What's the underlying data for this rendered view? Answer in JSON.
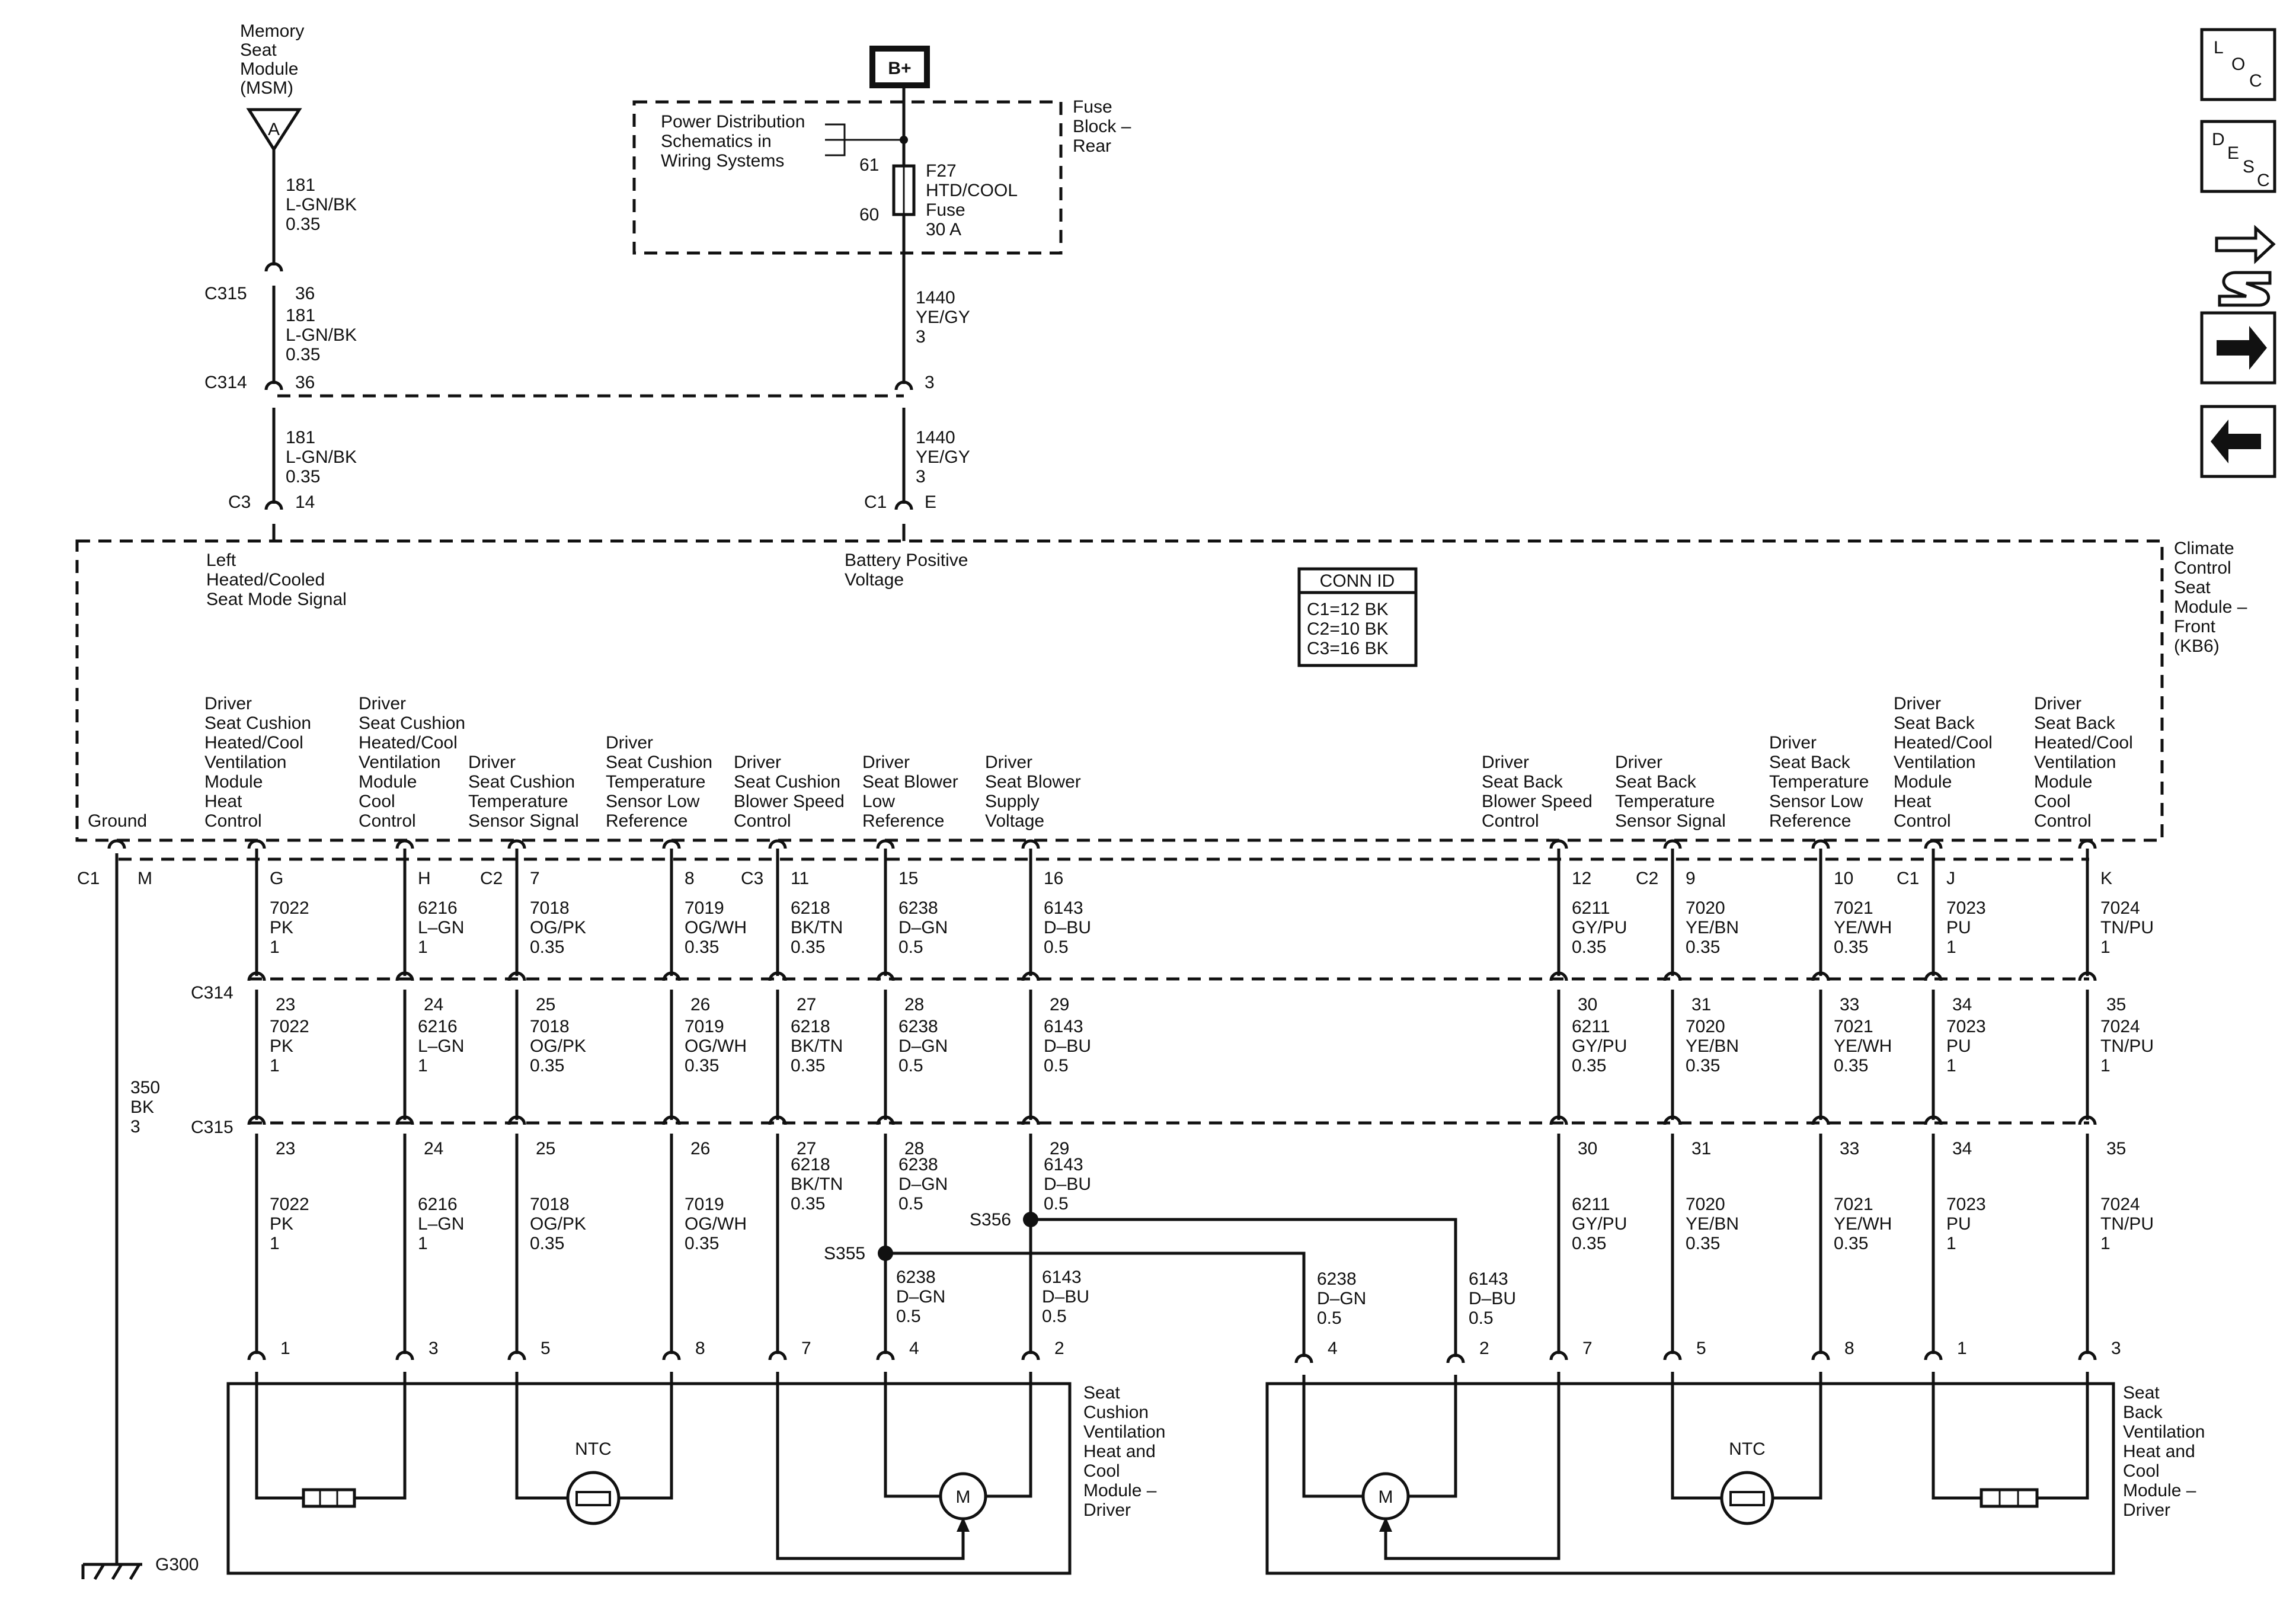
{
  "top": {
    "msm_label": [
      "Memory",
      "Seat",
      "Module",
      "(MSM)"
    ],
    "msm_pin": "A",
    "msm_wires": [
      [
        "181",
        "L-GN/BK",
        "0.35"
      ],
      [
        "181",
        "L-GN/BK",
        "0.35"
      ],
      [
        "181",
        "L-GN/BK",
        "0.35"
      ]
    ],
    "c315": "C315",
    "c315_pin": "36",
    "c314": "C314",
    "c314_pin": "36",
    "c3": "C3",
    "c3_pin": "14",
    "bplus": "B+",
    "pds_note": [
      "Power Distribution",
      "Schematics in",
      "Wiring Systems"
    ],
    "fuse_pin_in": "61",
    "fuse_pin_out": "60",
    "fuse_label": [
      "F27",
      "HTD/COOL",
      "Fuse",
      "30 A"
    ],
    "fuse_block": [
      "Fuse",
      "Block –",
      "Rear"
    ],
    "bat_wires": [
      [
        "1440",
        "YE/GY",
        "3"
      ],
      [
        "1440",
        "YE/GY",
        "3"
      ]
    ],
    "c314_bat_pin": "3",
    "c1": "C1",
    "c1_pin": "E"
  },
  "module": {
    "left_signal": [
      "Left",
      "Heated/Cooled",
      "Seat Mode Signal"
    ],
    "bat_signal": [
      "Battery Positive",
      "Voltage"
    ],
    "conn_title": "CONN ID",
    "conn_ids": [
      "C1=12 BK",
      "C2=10 BK",
      "C3=16 BK"
    ],
    "name": [
      "Climate",
      "Control",
      "Seat",
      "Module –",
      "Front",
      "(KB6)"
    ],
    "ground_label": "Ground"
  },
  "circuits": [
    {
      "label": [
        "Driver",
        "Seat Cushion",
        "Heated/Cool",
        "Ventilation",
        "Module",
        "Heat",
        "Control"
      ],
      "conn": "",
      "pin": "G",
      "w1": [
        "7022",
        "PK",
        "1"
      ],
      "p314": "23",
      "w2": [
        "7022",
        "PK",
        "1"
      ],
      "p315": "23",
      "w3": [
        "7022",
        "PK",
        "1"
      ],
      "mpin": "1"
    },
    {
      "label": [
        "Driver",
        "Seat Cushion",
        "Heated/Cool",
        "Ventilation",
        "Module",
        "Cool",
        "Control"
      ],
      "conn": "",
      "pin": "H",
      "w1": [
        "6216",
        "L–GN",
        "1"
      ],
      "p314": "24",
      "w2": [
        "6216",
        "L–GN",
        "1"
      ],
      "p315": "24",
      "w3": [
        "6216",
        "L–GN",
        "1"
      ],
      "mpin": "3"
    },
    {
      "label": [
        "Driver",
        "Seat Cushion",
        "Temperature",
        "Sensor Signal"
      ],
      "conn": "C2",
      "pin": "7",
      "w1": [
        "7018",
        "OG/PK",
        "0.35"
      ],
      "p314": "25",
      "w2": [
        "7018",
        "OG/PK",
        "0.35"
      ],
      "p315": "25",
      "w3": [
        "7018",
        "OG/PK",
        "0.35"
      ],
      "mpin": "5"
    },
    {
      "label": [
        "Driver",
        "Seat Cushion",
        "Temperature",
        "Sensor Low",
        "Reference"
      ],
      "conn": "",
      "pin": "8",
      "w1": [
        "7019",
        "OG/WH",
        "0.35"
      ],
      "p314": "26",
      "w2": [
        "7019",
        "OG/WH",
        "0.35"
      ],
      "p315": "26",
      "w3": [
        "7019",
        "OG/WH",
        "0.35"
      ],
      "mpin": "8"
    },
    {
      "label": [
        "Driver",
        "Seat Cushion",
        "Blower Speed",
        "Control"
      ],
      "conn": "C3",
      "pin": "11",
      "w1": [
        "6218",
        "BK/TN",
        "0.35"
      ],
      "p314": "27",
      "w2": [
        "6218",
        "BK/TN",
        "0.35"
      ],
      "p315": "27",
      "w3": [
        "6218",
        "BK/TN",
        "0.35"
      ],
      "mpin": "7"
    },
    {
      "label": [
        "Driver",
        "Seat Blower",
        "Low",
        "Reference"
      ],
      "conn": "",
      "pin": "15",
      "w1": [
        "6238",
        "D–GN",
        "0.5"
      ],
      "p314": "28",
      "w2": [
        "6238",
        "D–GN",
        "0.5"
      ],
      "p315": "28",
      "w3": [
        "6238",
        "D–GN",
        "0.5"
      ],
      "mpin": "4"
    },
    {
      "label": [
        "Driver",
        "Seat Blower",
        "Supply",
        "Voltage"
      ],
      "conn": "",
      "pin": "16",
      "w1": [
        "6143",
        "D–BU",
        "0.5"
      ],
      "p314": "29",
      "w2": [
        "6143",
        "D–BU",
        "0.5"
      ],
      "p315": "29",
      "w3": [
        "6143",
        "D–BU",
        "0.5"
      ],
      "mpin": "2"
    },
    {
      "label": [
        "Driver",
        "Seat Back",
        "Blower Speed",
        "Control"
      ],
      "conn": "",
      "pin": "12",
      "w1": [
        "6211",
        "GY/PU",
        "0.35"
      ],
      "p314": "30",
      "w2": [
        "6211",
        "GY/PU",
        "0.35"
      ],
      "p315": "30",
      "w3": [
        "6211",
        "GY/PU",
        "0.35"
      ],
      "mpin": "7"
    },
    {
      "label": [
        "Driver",
        "Seat Back",
        "Temperature",
        "Sensor Signal"
      ],
      "conn": "C2",
      "pin": "9",
      "w1": [
        "7020",
        "YE/BN",
        "0.35"
      ],
      "p314": "31",
      "w2": [
        "7020",
        "YE/BN",
        "0.35"
      ],
      "p315": "31",
      "w3": [
        "7020",
        "YE/BN",
        "0.35"
      ],
      "mpin": "5"
    },
    {
      "label": [
        "Driver",
        "Seat Back",
        "Temperature",
        "Sensor Low",
        "Reference"
      ],
      "conn": "",
      "pin": "10",
      "w1": [
        "7021",
        "YE/WH",
        "0.35"
      ],
      "p314": "33",
      "w2": [
        "7021",
        "YE/WH",
        "0.35"
      ],
      "p315": "33",
      "w3": [
        "7021",
        "YE/WH",
        "0.35"
      ],
      "mpin": "8"
    },
    {
      "label": [
        "Driver",
        "Seat Back",
        "Heated/Cool",
        "Ventilation",
        "Module",
        "Heat",
        "Control"
      ],
      "conn": "C1",
      "pin": "J",
      "w1": [
        "7023",
        "PU",
        "1"
      ],
      "p314": "34",
      "w2": [
        "7023",
        "PU",
        "1"
      ],
      "p315": "34",
      "w3": [
        "7023",
        "PU",
        "1"
      ],
      "mpin": "1"
    },
    {
      "label": [
        "Driver",
        "Seat Back",
        "Heated/Cool",
        "Ventilation",
        "Module",
        "Cool",
        "Control"
      ],
      "conn": "",
      "pin": "K",
      "w1": [
        "7024",
        "TN/PU",
        "1"
      ],
      "p314": "35",
      "w2": [
        "7024",
        "TN/PU",
        "1"
      ],
      "p315": "35",
      "w3": [
        "7024",
        "TN/PU",
        "1"
      ],
      "mpin": "3"
    }
  ],
  "ground": {
    "conn": "C1",
    "pin": "M",
    "wire": [
      "350",
      "BK",
      "3"
    ],
    "name": "G300"
  },
  "row_conn": {
    "c314": "C314",
    "c315": "C315"
  },
  "splices": {
    "s355": "S355",
    "s356": "S356",
    "lower_gn": [
      "6238",
      "D–GN",
      "0.5"
    ],
    "lower_bu": [
      "6143",
      "D–BU",
      "0.5"
    ],
    "back_gn": [
      "6238",
      "D–GN",
      "0.5"
    ],
    "back_bu": [
      "6143",
      "D–BU",
      "0.5"
    ],
    "back_gn_pin": "4",
    "back_bu_pin": "2"
  },
  "modules": {
    "cushion": [
      "Seat",
      "Cushion",
      "Ventilation",
      "Heat and",
      "Cool",
      "Module –",
      "Driver"
    ],
    "back": [
      "Seat",
      "Back",
      "Ventilation",
      "Heat and",
      "Cool",
      "Module –",
      "Driver"
    ],
    "ntc": "NTC",
    "motor": "M"
  },
  "icons": {
    "loc": [
      "L",
      "O",
      "C"
    ],
    "desc": [
      "D",
      "E",
      "S",
      "C"
    ]
  }
}
